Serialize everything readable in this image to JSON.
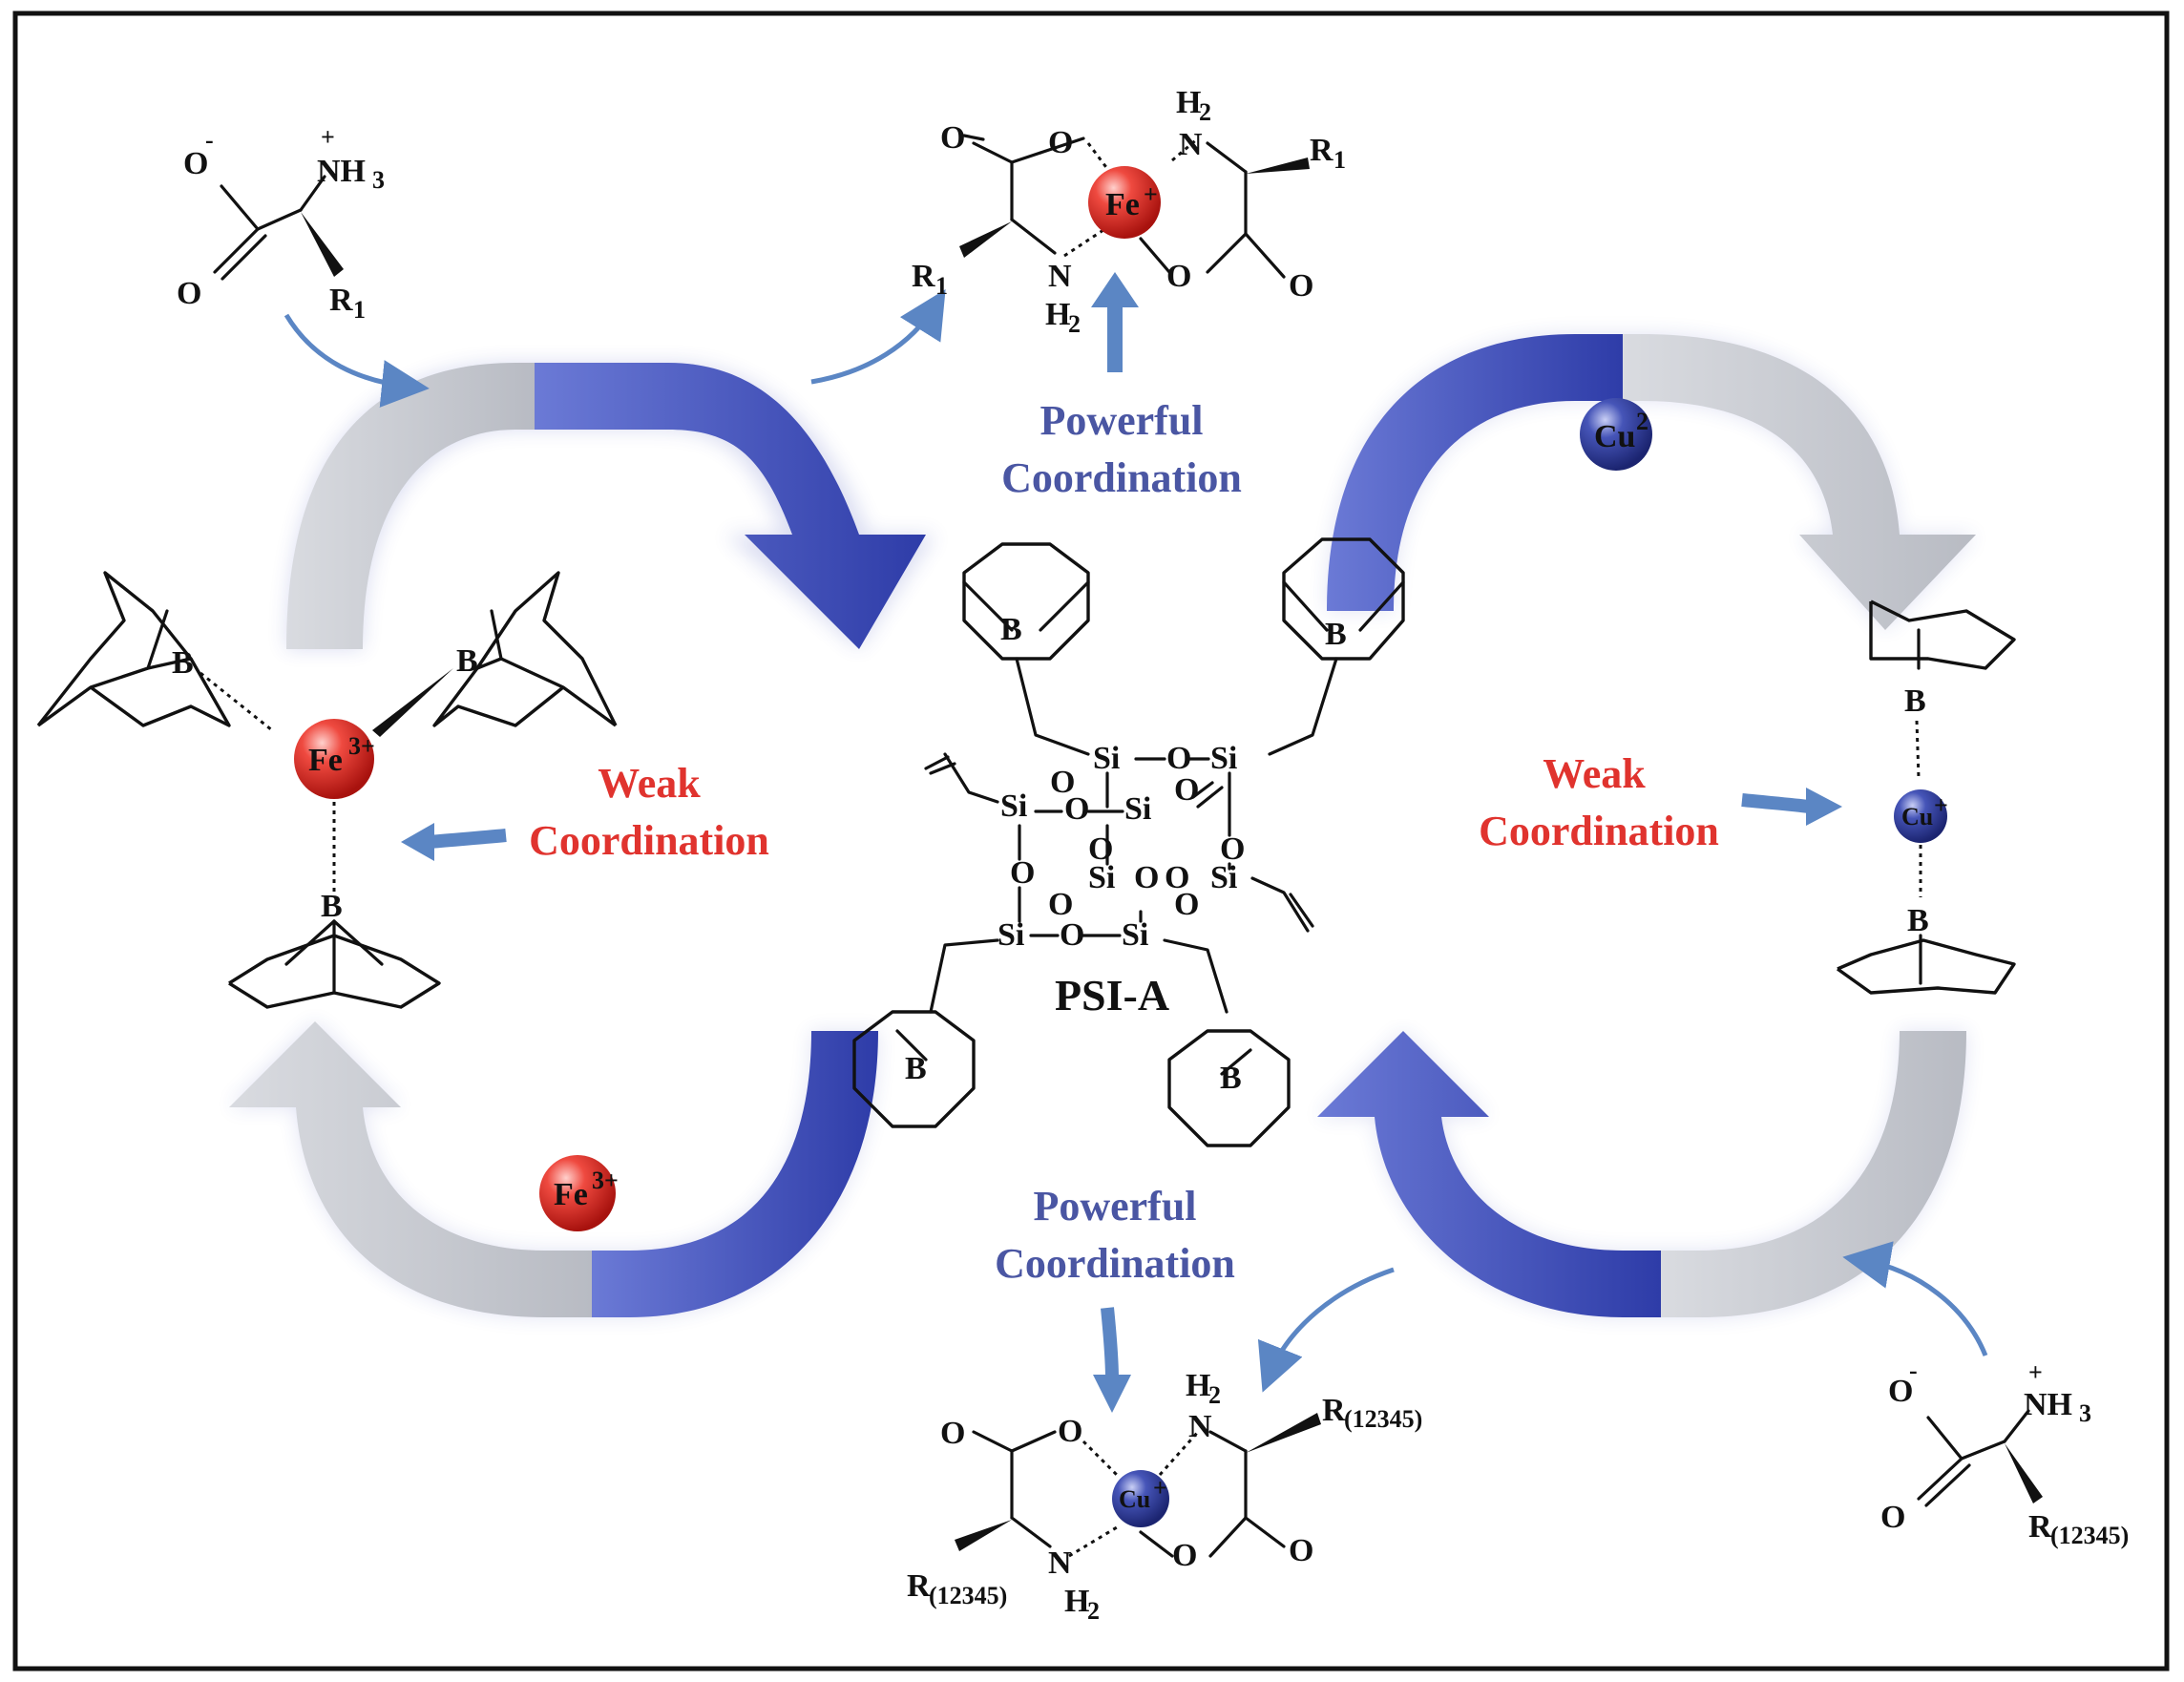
{
  "center": {
    "title": "PSI-A"
  },
  "labels": {
    "powerful_top_1": "Powerful",
    "powerful_top_2": "Coordination",
    "powerful_bottom_1": "Powerful",
    "powerful_bottom_2": "Coordination",
    "weak_left_1": "Weak",
    "weak_left_2": "Coordination",
    "weak_right_1": "Weak",
    "weak_right_2": "Coordination"
  },
  "ions": {
    "fe_top": "Fe",
    "fe_top_charge": "+",
    "fe_left": "Fe",
    "fe_left_charge": "3+",
    "fe_free": "Fe",
    "fe_free_charge": "3+",
    "cu_free": "Cu",
    "cu_free_charge": "2",
    "cu_right": "Cu",
    "cu_right_charge": "+",
    "cu_bottom": "Cu",
    "cu_bottom_charge": "+"
  },
  "atoms": {
    "O": "O",
    "O_minus": "O",
    "minus": "-",
    "plus": "+",
    "NH3": "NH",
    "NH3_sub": "3",
    "R": "R",
    "R1_sub": "1",
    "R12345_sub": "(12345)",
    "H": "H",
    "H2_sub": "2",
    "N": "N",
    "B": "B",
    "Si": "Si"
  },
  "colors": {
    "blue_arrow": "#3b49b5",
    "grey_arrow": "#c7c9cf",
    "fe_sphere": "#e0332e",
    "cu_sphere": "#3d4aa8",
    "powerful_text": "#4a56a3",
    "weak_text": "#e0332e",
    "thin_arrow": "#5b86c4"
  }
}
